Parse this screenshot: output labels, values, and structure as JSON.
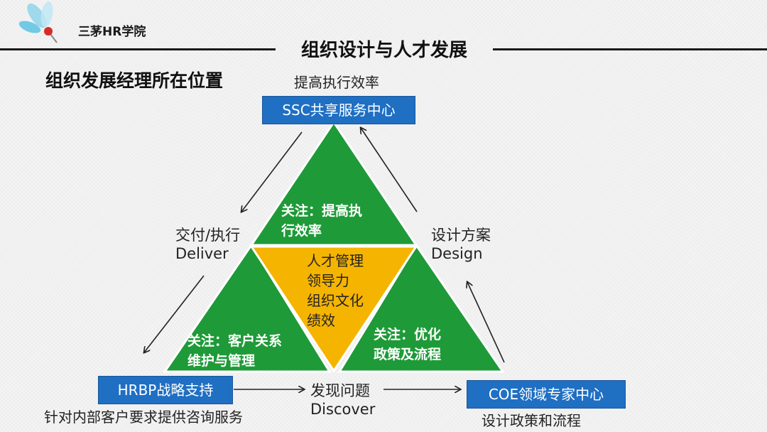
{
  "header": {
    "brand": "三茅HR学院",
    "title": "组织设计与人才发展",
    "subtitle": "组织发展经理所在位置"
  },
  "diagram": {
    "ssc": {
      "caption": "提高执行效率",
      "box": "SSC共享服务中心",
      "focus": [
        "关注：提高执",
        "行效率"
      ]
    },
    "hrbp": {
      "box": "HRBP战略支持",
      "caption": "针对内部客户要求提供咨询服务",
      "focus": [
        "关注：客户关系",
        "维护与管理"
      ]
    },
    "coe": {
      "box": "COE领域专家中心",
      "caption": "设计政策和流程",
      "focus": [
        "关注：优化",
        "政策及流程"
      ]
    },
    "core": [
      "人才管理",
      "领导力",
      "组织文化",
      "绩效"
    ],
    "deliver": {
      "cn": "交付/执行",
      "en": "Deliver"
    },
    "design": {
      "cn": "设计方案",
      "en": "Design"
    },
    "discover": {
      "cn": "发现问题",
      "en": "Discover"
    }
  },
  "colors": {
    "green": "#1e9a38",
    "orange": "#f5b400",
    "blue": "#1f6fc3"
  }
}
